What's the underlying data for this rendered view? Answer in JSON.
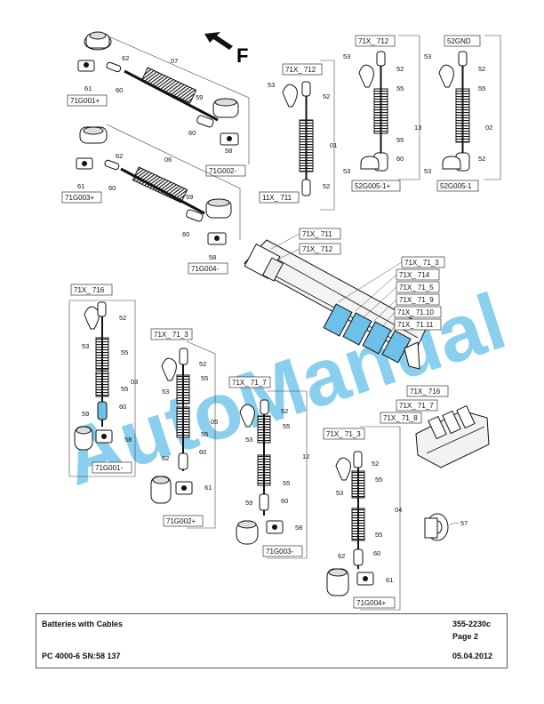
{
  "watermark": "AutoManual",
  "direction_marker": "F",
  "groups": {
    "g07": "07",
    "g06": "06",
    "g01": "01",
    "g13": "13",
    "g02": "02",
    "g03": "03",
    "g05": "05",
    "g12": "12",
    "g04": "04"
  },
  "boxes": {
    "b71G001p": "71G001+",
    "b71G002m": "71G002-",
    "b71G003p": "71G003+",
    "b71G004m": "71G004-",
    "b71X712a": "71X_ 712",
    "b11X711": "11X_ 711",
    "b71X712b": "71X_ 712",
    "b52G0051p": "52G005-1+",
    "b52GND": "52GND",
    "b52G0051m": "52G005-1",
    "b71X711c": "71X_ 711",
    "b71X712c": "71X_ 712",
    "b71X713": "71X_ 71_3",
    "b71X714": "71X_ 714",
    "b71X715": "71X_ 71_5",
    "b71X719": "71X_ 71_9",
    "b71X7110": "71X_ 71.10",
    "b71X7111": "71X_ 71.11",
    "b71X716": "71X_ 716",
    "b71G001m": "71G001-",
    "b71X713b": "71X_ 71_3",
    "b71G002p": "71G002+",
    "b71X717": "71X_ 71_7",
    "b71G003m": "71G003-",
    "b71X713c": "71X_ 71_3",
    "b71G004p": "71G004+",
    "b71X716b": "71X_ 716",
    "b71X717b": "71X_ 71_7",
    "b71X718": "71X_ 71_8"
  },
  "callouts": {
    "n62": "62",
    "n61": "61",
    "n60": "60",
    "n59": "59",
    "n58": "58",
    "n53": "53",
    "n52": "52",
    "n55": "55",
    "n57": "57"
  },
  "footer": {
    "title": "Batteries with Cables",
    "doc_number": "355-2230c",
    "page": "Page 2",
    "model": "PC 4000-6 SN:58 137",
    "date": "05.04.2012"
  }
}
